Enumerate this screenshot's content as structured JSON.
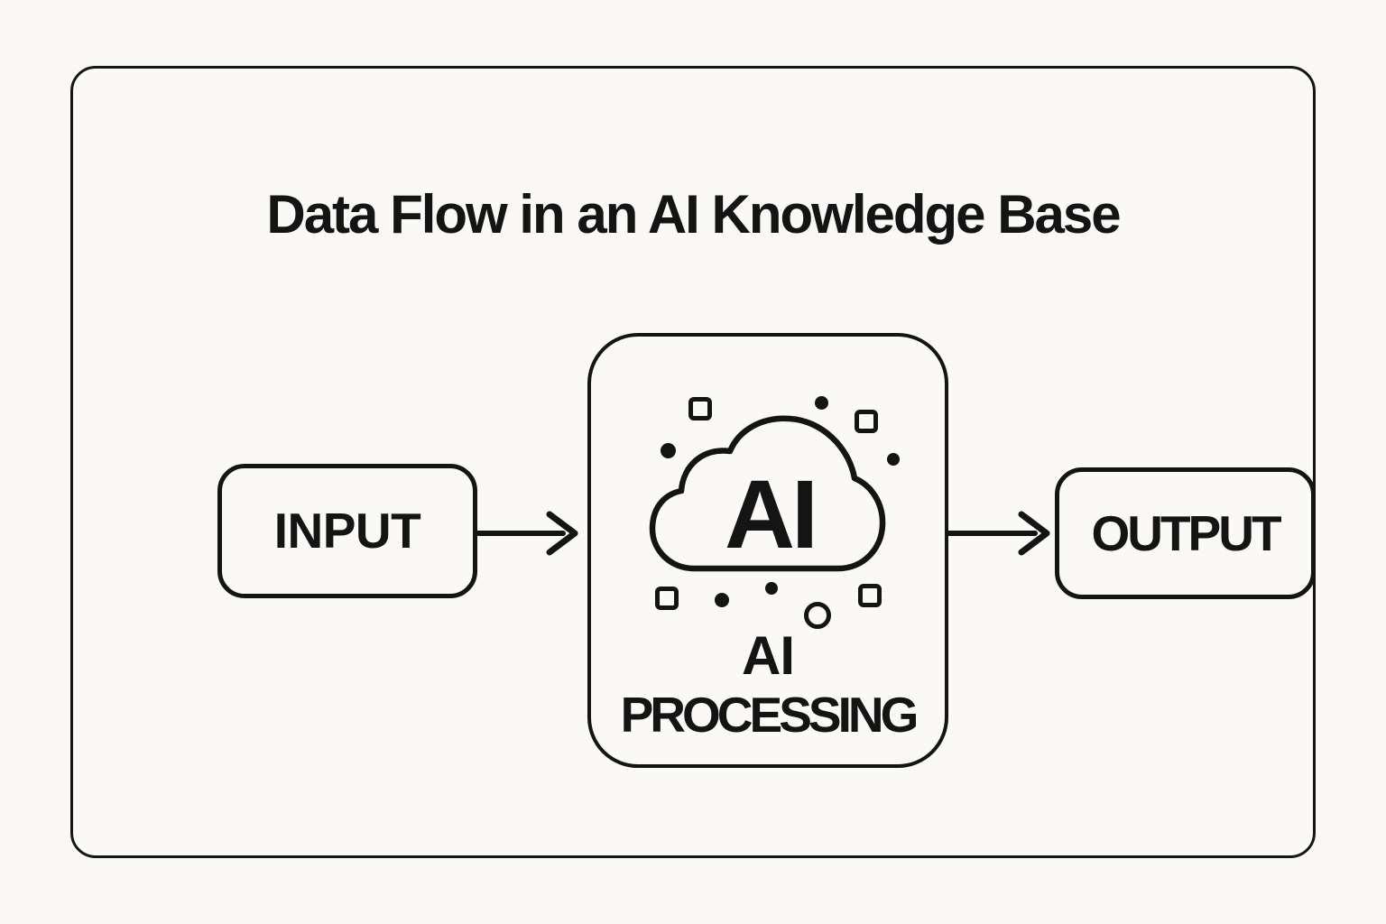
{
  "title": "Data Flow in an AI Knowledge Base",
  "nodes": {
    "input": {
      "label": "INPUT"
    },
    "processing": {
      "cloud_text": "AI",
      "label_line1": "AI",
      "label_line2": "PROCESSING"
    },
    "output": {
      "label": "OUTPUT"
    }
  },
  "flow": [
    "INPUT",
    "AI PROCESSING",
    "OUTPUT"
  ],
  "icons": {
    "cloud": "ai-cloud-icon",
    "decorations": [
      "square-outline",
      "dot-filled",
      "circle-outline"
    ]
  },
  "colors": {
    "background": "#fbf9f6",
    "line": "#141414",
    "text": "#141414"
  }
}
